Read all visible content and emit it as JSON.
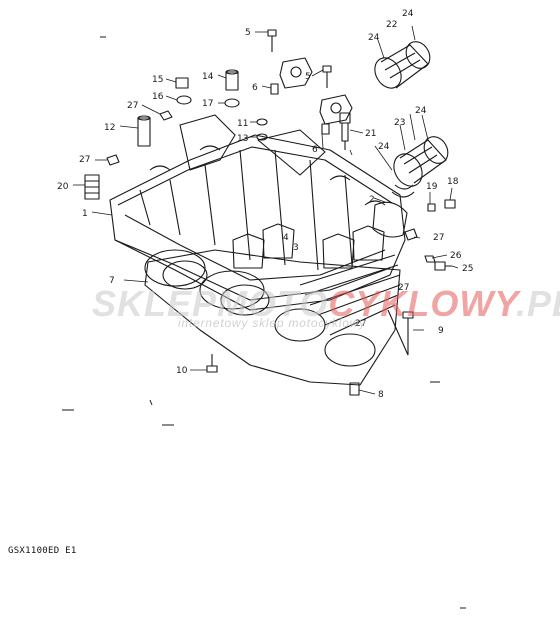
{
  "model_code": "GSX1100ED  E1",
  "watermark": {
    "brand": "SKLEPMOTO",
    "brand_accent": "CYKLOWY",
    "domain": ".PL",
    "subtitle": "internetowy sklep motocyklowy"
  },
  "callouts": [
    {
      "id": "c1",
      "label": "1"
    },
    {
      "id": "c2",
      "label": "2"
    },
    {
      "id": "c3",
      "label": "3"
    },
    {
      "id": "c4",
      "label": "4"
    },
    {
      "id": "c5a",
      "label": "5"
    },
    {
      "id": "c5b",
      "label": "5"
    },
    {
      "id": "c6a",
      "label": "6"
    },
    {
      "id": "c6b",
      "label": "6"
    },
    {
      "id": "c7",
      "label": "7"
    },
    {
      "id": "c8",
      "label": "8"
    },
    {
      "id": "c9",
      "label": "9"
    },
    {
      "id": "c10",
      "label": "10"
    },
    {
      "id": "c11",
      "label": "11"
    },
    {
      "id": "c12",
      "label": "12"
    },
    {
      "id": "c13",
      "label": "13"
    },
    {
      "id": "c14",
      "label": "14"
    },
    {
      "id": "c15",
      "label": "15"
    },
    {
      "id": "c16",
      "label": "16"
    },
    {
      "id": "c17",
      "label": "17"
    },
    {
      "id": "c18",
      "label": "18"
    },
    {
      "id": "c19",
      "label": "19"
    },
    {
      "id": "c20",
      "label": "20"
    },
    {
      "id": "c21",
      "label": "21"
    },
    {
      "id": "c22",
      "label": "22"
    },
    {
      "id": "c23",
      "label": "23"
    },
    {
      "id": "c24a",
      "label": "24"
    },
    {
      "id": "c24b",
      "label": "24"
    },
    {
      "id": "c24c",
      "label": "24"
    },
    {
      "id": "c24d",
      "label": "24"
    },
    {
      "id": "c25",
      "label": "25"
    },
    {
      "id": "c26",
      "label": "26"
    },
    {
      "id": "c27a",
      "label": "27"
    },
    {
      "id": "c27b",
      "label": "27"
    },
    {
      "id": "c27c",
      "label": "27"
    },
    {
      "id": "c27d",
      "label": "27"
    },
    {
      "id": "c27e",
      "label": "27"
    }
  ]
}
